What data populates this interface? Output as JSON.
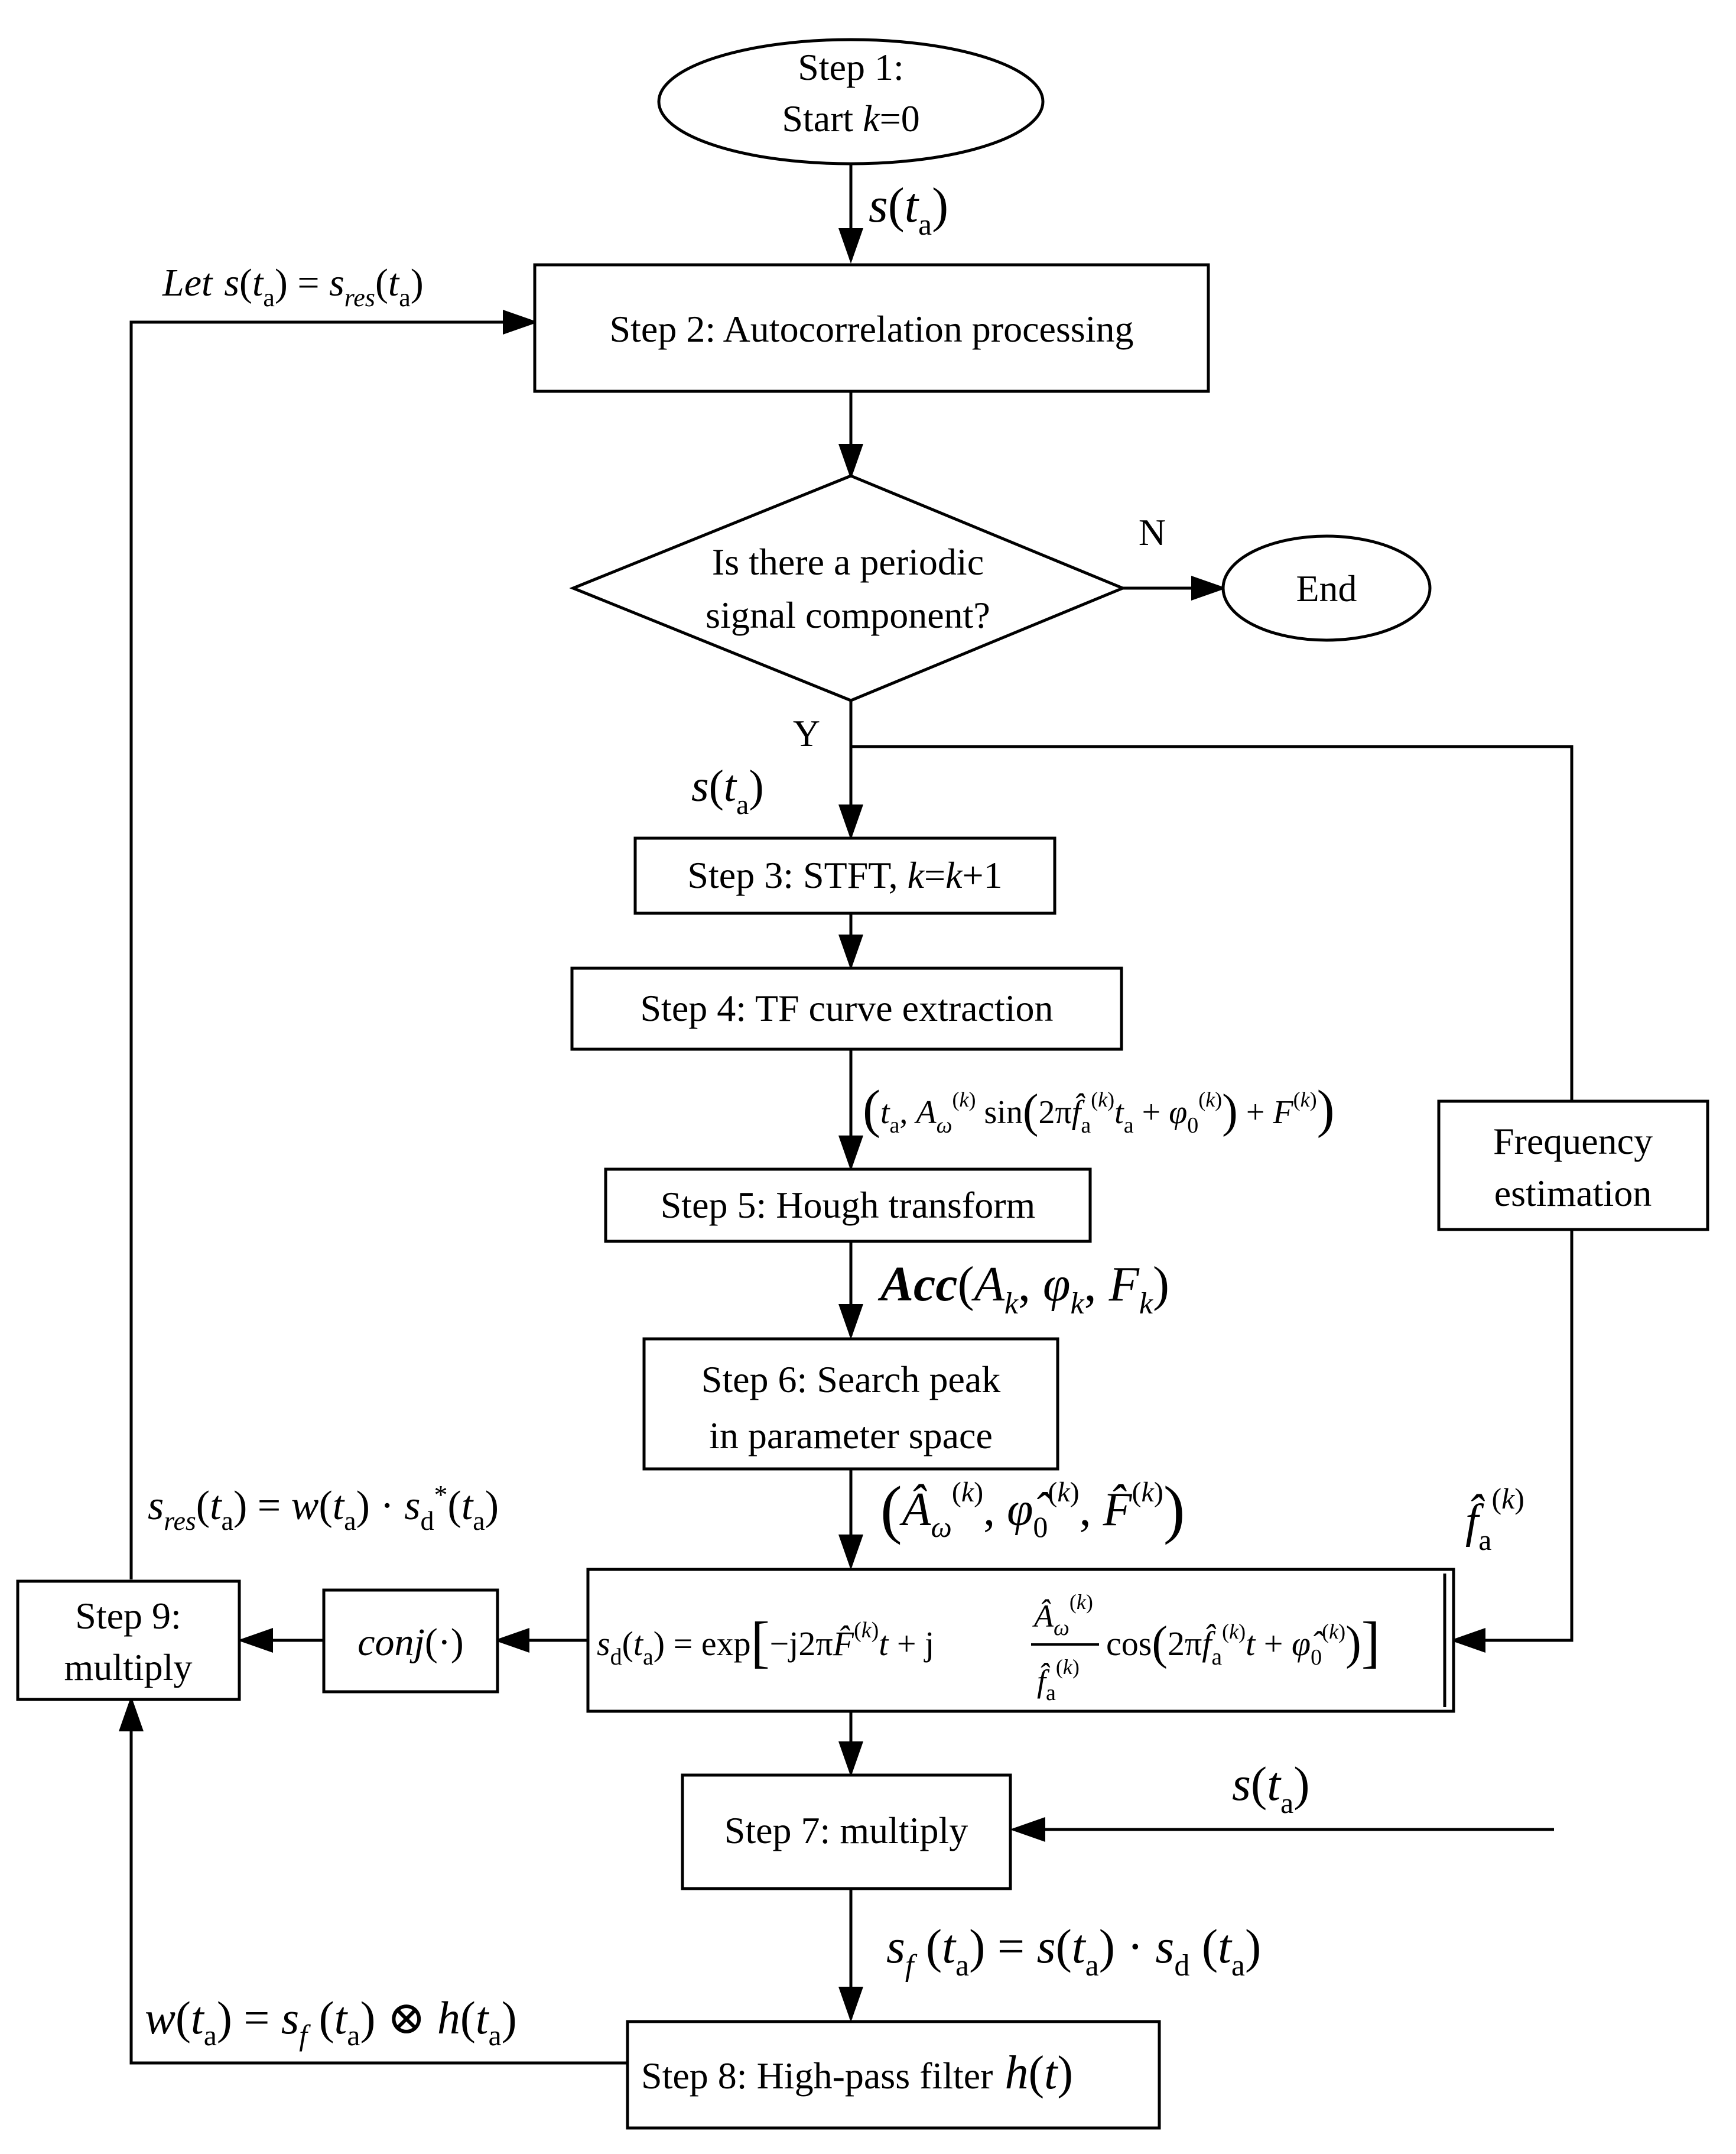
{
  "nodes": {
    "step1": {
      "line1": "Step 1:",
      "line2a": "Start ",
      "line2k": "k",
      "line2b": "=0"
    },
    "step2": {
      "label": "Step 2: Autocorrelation processing"
    },
    "decision": {
      "line1": "Is there a periodic",
      "line2": "signal component?"
    },
    "end": {
      "label": "End"
    },
    "step3": {
      "a": "Step 3: STFT, ",
      "k1": "k",
      "eq": "=",
      "k2": "k",
      "b": "+1"
    },
    "step4": {
      "label": "Step 4: TF curve extraction"
    },
    "step5": {
      "label": "Step 5: Hough transform"
    },
    "step6": {
      "line1": "Step 6: Search peak",
      "line2": "in parameter space"
    },
    "freq_est": {
      "line1": "Frequency",
      "line2": "estimation"
    },
    "conj": {
      "label": "conj",
      "arg": "(·)"
    },
    "step7": {
      "label": "Step 7: multiply"
    },
    "step8": {
      "label": "Step 8: High-pass filter"
    },
    "step9": {
      "line1": "Step 9:",
      "line2": "multiply"
    }
  },
  "edge_labels": {
    "yes": "Y",
    "no": "N",
    "acc_bold": "Acc",
    "let_word": "Let"
  },
  "colors": {
    "stroke": "#000000",
    "background": "#ffffff"
  }
}
